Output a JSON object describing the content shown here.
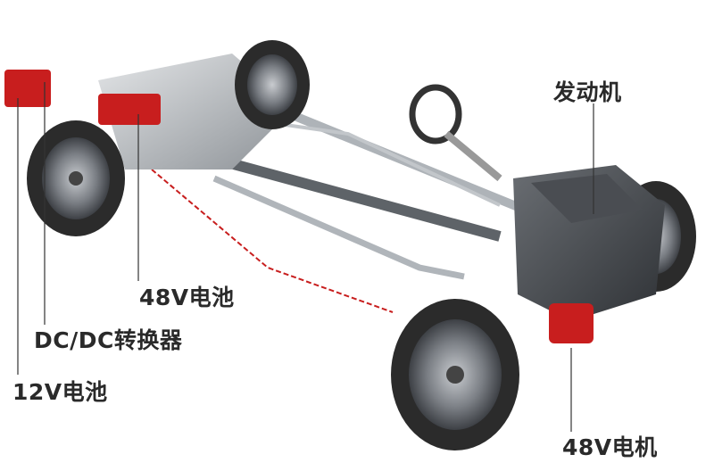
{
  "labels": {
    "engine": "发动机",
    "battery_48v": "48V电池",
    "dcdc_converter": "DC/DC转换器",
    "battery_12v": "12V电池",
    "motor_48v": "48V电机"
  },
  "colors": {
    "component_red": "#c81e1e",
    "label_text": "#2a2a2a",
    "tire": "#2b2b2b",
    "rim": "#7a7e84",
    "chassis": "#9aa0a6"
  }
}
